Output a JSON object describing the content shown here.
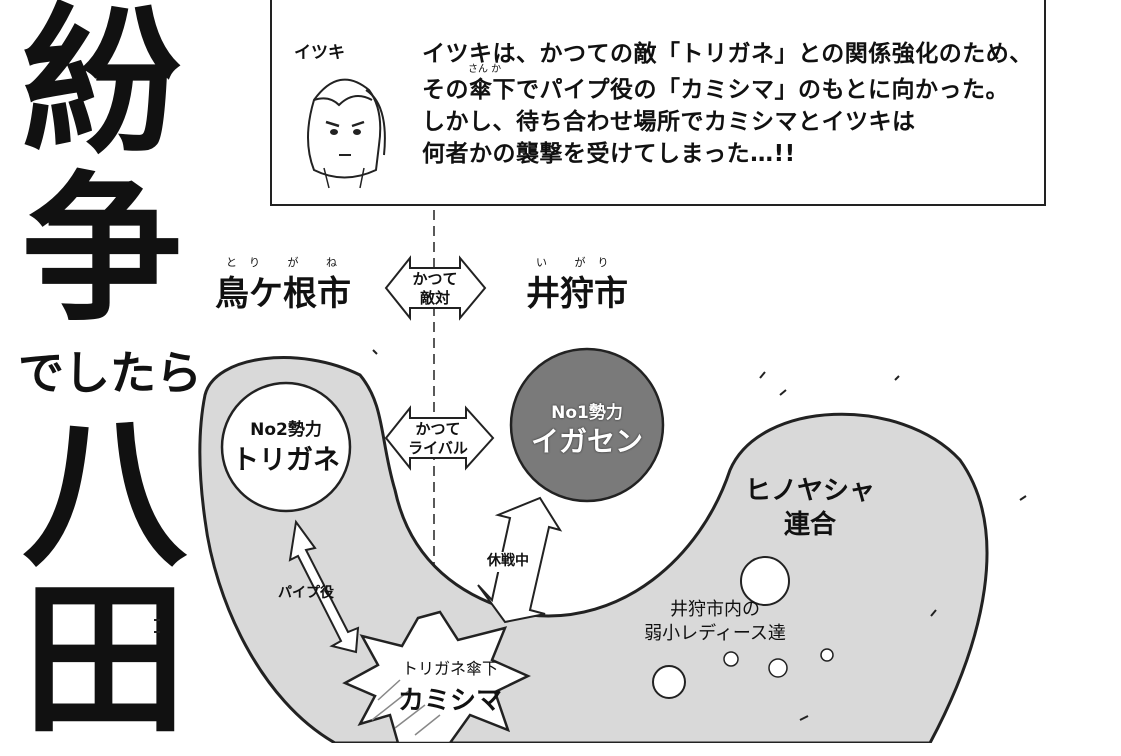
{
  "title": {
    "line1": "紛",
    "line2": "争",
    "line3": "でしたら",
    "line4": "八",
    "line5": "田"
  },
  "info": {
    "character_name": "イツキ",
    "lines": [
      "イツキは、かつての敵「トリガネ」との関係強化のため、",
      "その傘下でパイプ役の「カミシマ」のもとに向かった。",
      "しかし、待ち合わせ場所でカミシマとイツキは",
      "何者かの襲撃を受けてしまった…!!"
    ],
    "ruby_sanka": "さん か"
  },
  "cities": {
    "left": {
      "name": "鳥ケ根市",
      "ruby": "とり が ね"
    },
    "right": {
      "name": "井狩市",
      "ruby": "い がり"
    }
  },
  "relations": {
    "former_enemy": [
      "かつて",
      "敵対"
    ],
    "former_rival": [
      "かつて",
      "ライバル"
    ],
    "truce": "休戦中",
    "pipe": "パイプ役"
  },
  "factions": {
    "torigane": {
      "rank": "No2勢力",
      "name": "トリガネ"
    },
    "igasen": {
      "rank": "No1勢力",
      "name": "イガセン"
    },
    "hinoyasha": [
      "ヒノヤシャ",
      "連合"
    ],
    "ladies": [
      "井狩市内の",
      "弱小レディース達"
    ],
    "kamishima": {
      "sub": "トリガネ傘下",
      "name": "カミシマ"
    }
  },
  "colors": {
    "territory_fill": "#d9d9d9",
    "igasen_fill": "#7a7a7a",
    "ink": "#111111"
  }
}
